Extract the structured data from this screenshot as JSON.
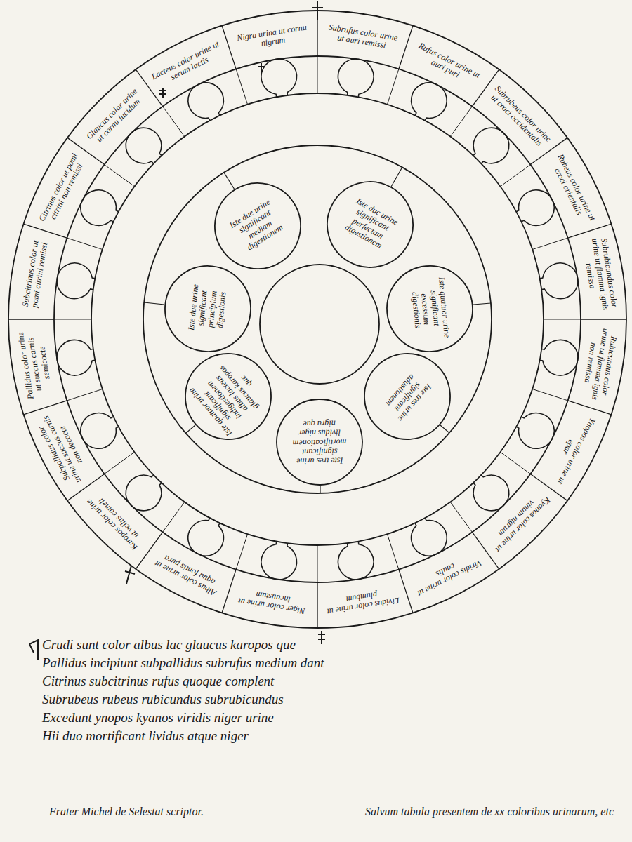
{
  "diagram": {
    "nodes": [
      {
        "text": [
          "Subrufus color urine ut auri remissi"
        ]
      },
      {
        "text": [
          "Rufus color urine ut auri puri"
        ]
      },
      {
        "text": [
          "Subrubeus color urine ut croci occidentalis"
        ]
      },
      {
        "text": [
          "Rubeus color urine ut croci orientalis"
        ]
      },
      {
        "text": [
          "Subrubicundus color urine ut flamma ignis remissa"
        ]
      },
      {
        "text": [
          "Rubicundus color urine ut flamma ignis non remissa"
        ]
      },
      {
        "text": [
          "Ynopos color urine ut epar"
        ]
      },
      {
        "text": [
          "Kyanos color urine ut vinum nigrum"
        ]
      },
      {
        "text": [
          "Viridis color urine ut caulis"
        ]
      },
      {
        "text": [
          "Lividus color urine ut plumbum"
        ]
      },
      {
        "text": [
          "Niger color urine ut incaustum"
        ]
      },
      {
        "text": [
          "Albus color urine ut aqua fontis pura"
        ]
      },
      {
        "text": [
          "Karopos color urine ut vellus cameli"
        ]
      },
      {
        "text": [
          "Subpallidus color urine ut succus carnis non decocte"
        ]
      },
      {
        "text": [
          "Pallidus color urine ut succus carnis semicocte"
        ]
      },
      {
        "text": [
          "Subcitrinus color ut pomi citrini remissi"
        ]
      },
      {
        "text": [
          "Citrinus color ut pomi citrini non remissi"
        ]
      },
      {
        "text": [
          "Glaucus color urine ut cornu lucidum"
        ]
      },
      {
        "text": [
          "Lacteus color urine ut serum lactis"
        ]
      },
      {
        "text": [
          "Nigra urina ut cornu nigrum"
        ]
      },
      {
        "text": [
          "Iste due urine significant mediam digestionem"
        ]
      },
      {
        "text": [
          "Iste due urine significant perfectam digestionem"
        ]
      },
      {
        "text": [
          "Iste due urine significant principium digestionis"
        ]
      },
      {
        "text": [
          "Iste quatuor urine significant excessum digestionis"
        ]
      },
      {
        "text": [
          "Iste quatuor urine significant indigestionem albus lacteus glaucus karopos que"
        ]
      },
      {
        "text": [
          "Iste tres urine significant mortificationem lividus niger nigra que"
        ]
      },
      {
        "text": [
          "Iste tres urine significant adustionem"
        ]
      }
    ],
    "labels": [
      "Crudi sunt color albus lac glaucus karopos que",
      "Pallidus incipiunt subpallidus subrufus medium dant",
      "Citrinus subcitrinus rufus quoque complent",
      "Subrubeus rubeus rubicundus subrubicundus",
      "Excedunt ynopos kyanos viridis niger urine",
      "Hii duo mortificant lividus atque niger",
      "Frater Michel de Selestat scriptor.",
      "Salvum tabula presentem de xx coloribus urinarum, etc"
    ]
  }
}
